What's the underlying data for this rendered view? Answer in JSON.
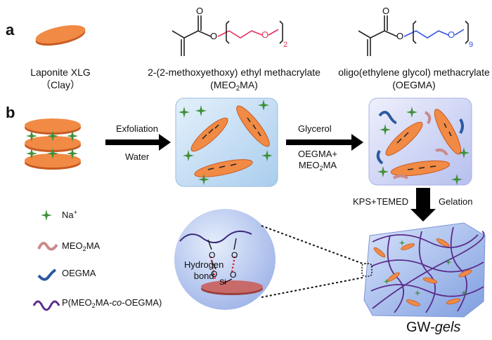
{
  "panels": {
    "a": "a",
    "b": "b"
  },
  "section_a": {
    "clay_name": "Laponite XLG",
    "clay_short": "（Clay）",
    "meo2ma_name": "2-(2-methoxyethoxy) ethyl methacrylate",
    "meo2ma_abbr_pre": "(MEO",
    "meo2ma_abbr_sub": "2",
    "meo2ma_abbr_post": "MA)",
    "oegma_name": "oligo(ethylene glycol) methacrylate",
    "oegma_abbr": "(OEGMA)",
    "meo2ma_subscript_n": "2",
    "oegma_subscript_n": "9",
    "atom_o": "O"
  },
  "section_b": {
    "exfoliation": "Exfoliation",
    "water": "Water",
    "glycerol": "Glycerol",
    "monomers_line1": "OEGMA+",
    "monomers_line2_pre": "MEO",
    "monomers_line2_sub": "2",
    "monomers_line2_post": "MA",
    "initiators": "KPS+TEMED",
    "gelation": "Gelation",
    "hydrogen": "Hydrogen",
    "bond": "bond",
    "gel_name_pre": "GW-",
    "gel_name_italic": "gels"
  },
  "legend": {
    "na_pre": "Na",
    "na_sup": "+",
    "meo2ma_pre": "MEO",
    "meo2ma_sub": "2",
    "meo2ma_post": "MA",
    "oegma": "OEGMA",
    "copolymer_pre": "P(MEO",
    "copolymer_sub": "2",
    "copolymer_mid": "MA-",
    "copolymer_italic": "co",
    "copolymer_post": "-OEGMA)"
  },
  "colors": {
    "clay_orange": "#f08a45",
    "clay_dark": "#c85a20",
    "sodium_green": "#3f8f3a",
    "meo2ma_pink": "#c98a8a",
    "oegma_blue": "#2c5aa0",
    "copolymer_purple": "#5a2d8c",
    "ester_red": "#e8305a",
    "peg_blue": "#3050e0",
    "water_blue": "#bcd8f2",
    "gel_blue": "#9fb8ea",
    "sphere_blue": "#c4d4f4"
  }
}
